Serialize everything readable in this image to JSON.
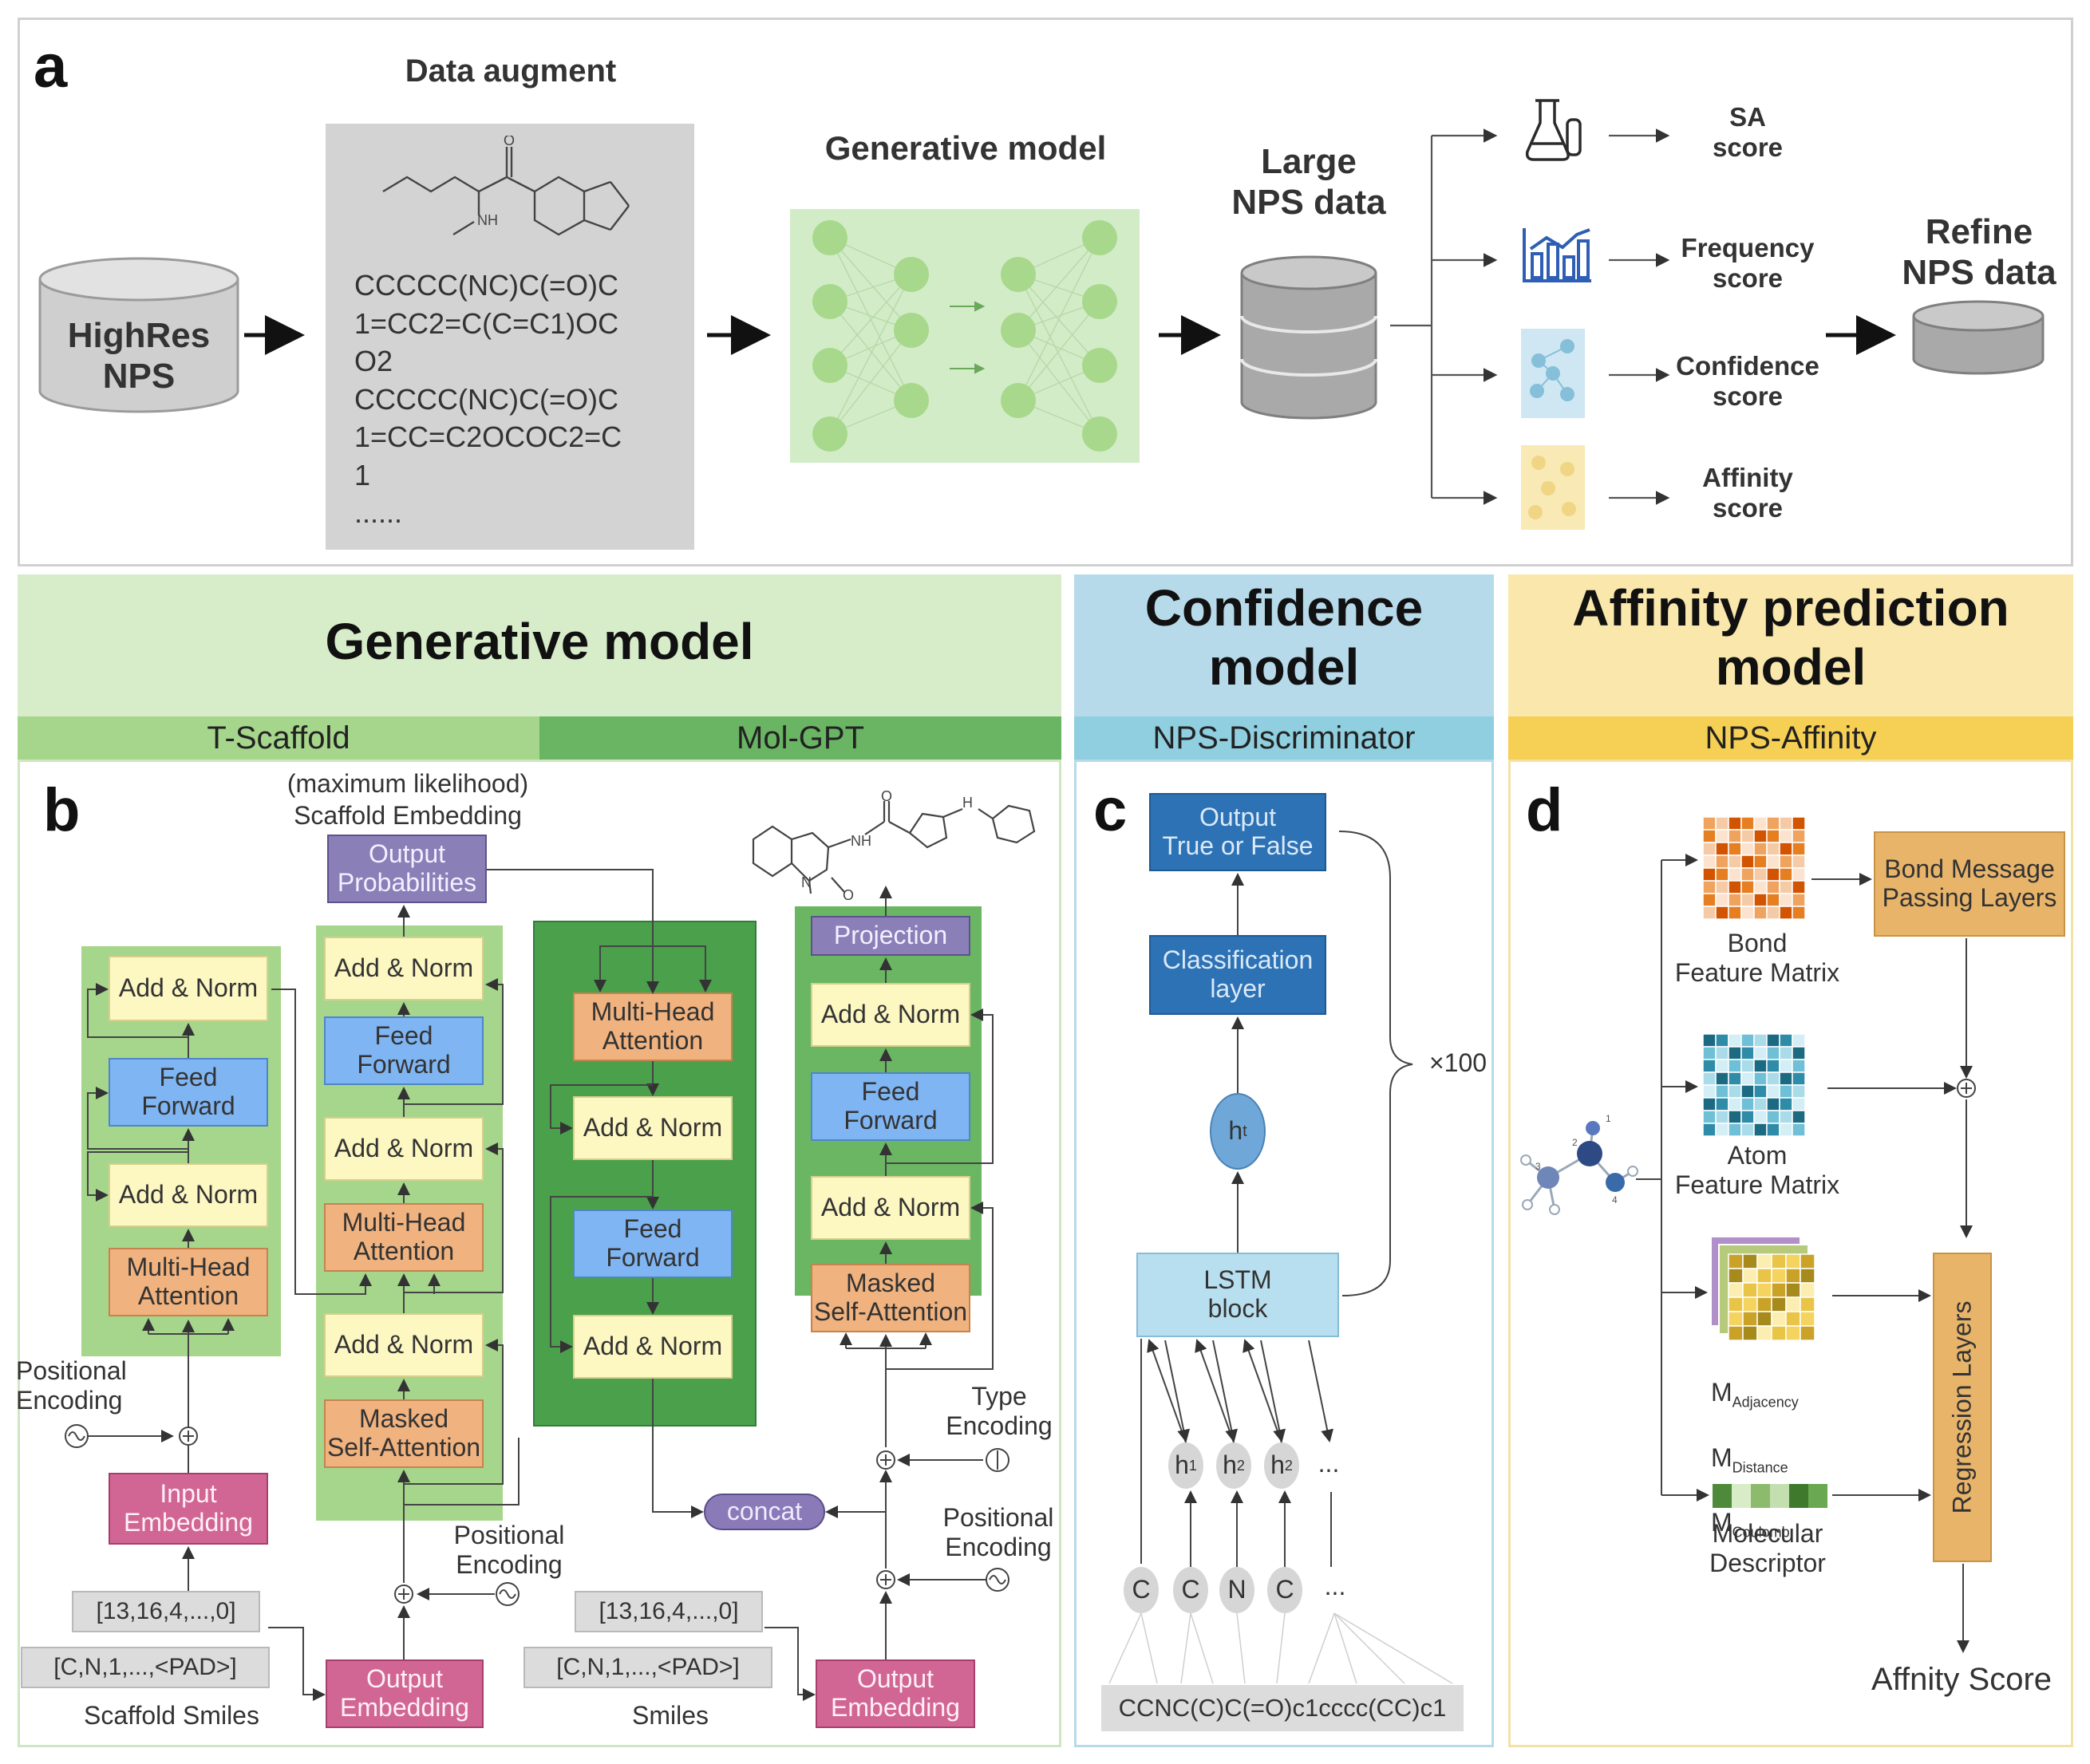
{
  "panel_a": {
    "letter": "a",
    "data_augment_title": "Data augment",
    "highres_label": "HighRes\nNPS",
    "smiles_text": "CCCCC(NC)C(=O)C\n1=CC2=C(C=C1)OC\nO2\nCCCCC(NC)C(=O)C\n1=CC=C2OCOC2=C\n1\n......",
    "molecule_labels": {
      "o": "O",
      "nh": "NH"
    },
    "generative_title": "Generative model",
    "large_nps_title": "Large\nNPS data",
    "scores": [
      "SA\nscore",
      "Frequency\nscore",
      "Confidence\nscore",
      "Affinity\nscore"
    ],
    "refine_title": "Refine\nNPS data"
  },
  "sections": {
    "generative": {
      "title": "Generative model",
      "sub_left": "T-Scaffold",
      "sub_right": "Mol-GPT"
    },
    "confidence": {
      "title": "Confidence\nmodel",
      "sub": "NPS-Discriminator"
    },
    "affinity": {
      "title": "Affinity prediction\nmodel",
      "sub": "NPS-Affinity"
    }
  },
  "panel_b": {
    "letter": "b",
    "max_likelihood": "(maximum likelihood)",
    "scaffold_embedding": "Scaffold Embedding",
    "output_probabilities": "Output\nProbabilities",
    "add_norm": "Add & Norm",
    "feed_forward": "Feed\nForward",
    "multi_head_attention": "Multi-Head\nAttention",
    "masked_self_attention": "Masked\nSelf-Attention",
    "input_embedding": "Input\nEmbedding",
    "output_embedding": "Output\nEmbedding",
    "positional_encoding": "Positional\nEncoding",
    "type_encoding": "Type\nEncoding",
    "projection": "Projection",
    "concat": "concat",
    "token_ids": "[13,16,4,...,0]",
    "tokens": "[C,N,1,...,<PAD>]",
    "scaffold_smiles": "Scaffold Smiles",
    "smiles": "Smiles",
    "mol_labels": {
      "o": "O",
      "nh": "NH",
      "n": "N",
      "h": "H"
    }
  },
  "panel_c": {
    "letter": "c",
    "output": "Output\nTrue or False",
    "classification": "Classification\nlayer",
    "ht": "h",
    "ht_sub": "t",
    "lstm": "LSTM\nblock",
    "times": "×100",
    "hidden": [
      {
        "h": "h",
        "sub": "1"
      },
      {
        "h": "h",
        "sub": "2"
      },
      {
        "h": "h",
        "sub": "2"
      }
    ],
    "ellipsis": "...",
    "chars": [
      "C",
      "C",
      "N",
      "C"
    ],
    "smiles": "CCNC(C)C(=O)c1cccc(CC)c1"
  },
  "panel_d": {
    "letter": "d",
    "bond_matrix": "Bond\nFeature Matrix",
    "atom_matrix": "Atom\nFeature Matrix",
    "bond_message": "Bond Message\nPassing Layers",
    "m_labels": [
      {
        "m": "M",
        "sub": "Adjacency"
      },
      {
        "m": "M",
        "sub": "Distance"
      },
      {
        "m": "M",
        "sub": "Coulomb"
      }
    ],
    "molecular_descriptor": "Molecular\nDescriptor",
    "regression": "Regression Layers",
    "affinity_score": "Affnity Score",
    "atom_numbers": [
      "1",
      "2",
      "3",
      "4"
    ]
  },
  "colors": {
    "green_light": "#c5e5b2",
    "green_mid": "#7ec46d",
    "green_dark": "#3f9a4b",
    "blue_light": "#a9d3e6",
    "yellow_light": "#f9e6a8",
    "yellow_band": "#f6cf55"
  }
}
